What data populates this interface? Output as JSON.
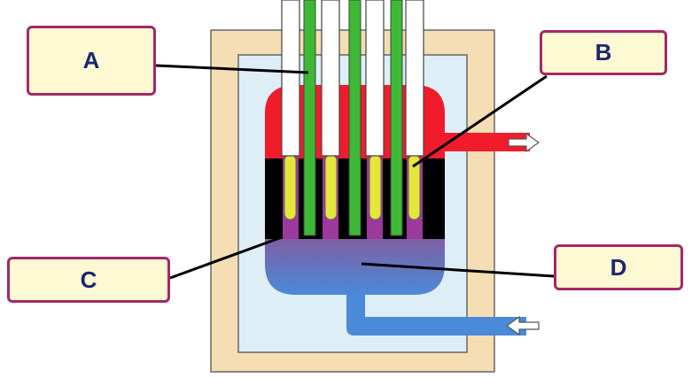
{
  "labels": {
    "a": "A",
    "b": "B",
    "c": "C",
    "d": "D"
  },
  "colors": {
    "containment": "#f5deb3",
    "pool_water": "#ddeef6",
    "hot_coolant": "#f01c2c",
    "cold_coolant": "#4b8ad8",
    "mid_coolant": "#7e5fa4",
    "core_block": "#000000",
    "fuel_rod": "#e5e63a",
    "control_rod": "#3db835",
    "label_fill": "#fef9d2",
    "label_border": "#a3286a",
    "label_text": "#1c2670"
  },
  "icons": {
    "outlet": "arrow-right-icon",
    "inlet": "arrow-left-icon"
  }
}
